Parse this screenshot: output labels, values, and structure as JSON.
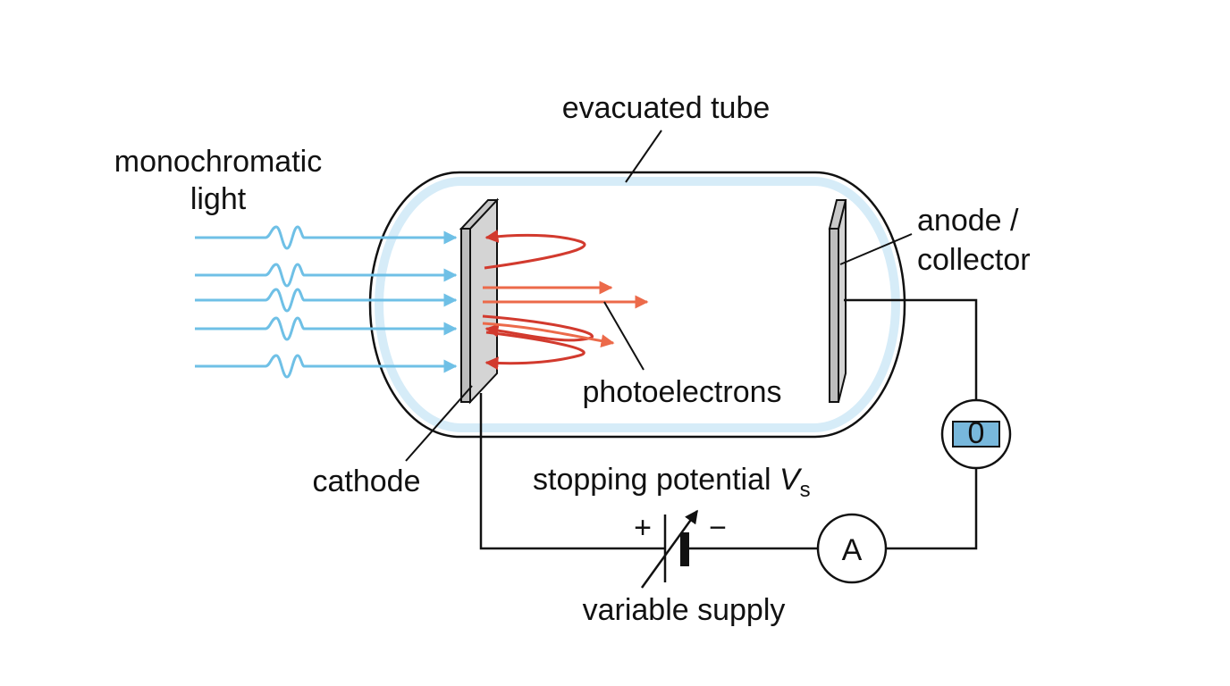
{
  "labels": {
    "evacuated_tube": "evacuated tube",
    "monochromatic_line1": "monochromatic",
    "monochromatic_line2": "light",
    "anode_line1": "anode /",
    "anode_line2": "collector",
    "photoelectrons": "photoelectrons",
    "cathode": "cathode",
    "stopping_potential": "stopping potential ",
    "stopping_symbol": "V",
    "stopping_subscript": "s",
    "variable_supply": "variable supply",
    "plus": "+",
    "minus": "−"
  },
  "meters": {
    "ammeter_symbol": "A",
    "display_reading": "0"
  },
  "colors": {
    "light_ray": "#6fc0e6",
    "tube_glass": "#d6ecf8",
    "electron_dark": "#d23a2e",
    "electron_light": "#ec6a4a",
    "electrode": "#d4d4d4",
    "display": "#78b8dc"
  },
  "icons": {
    "ammeter": "ammeter-icon",
    "battery": "variable-battery-icon",
    "meter_display": "digital-meter-icon"
  }
}
